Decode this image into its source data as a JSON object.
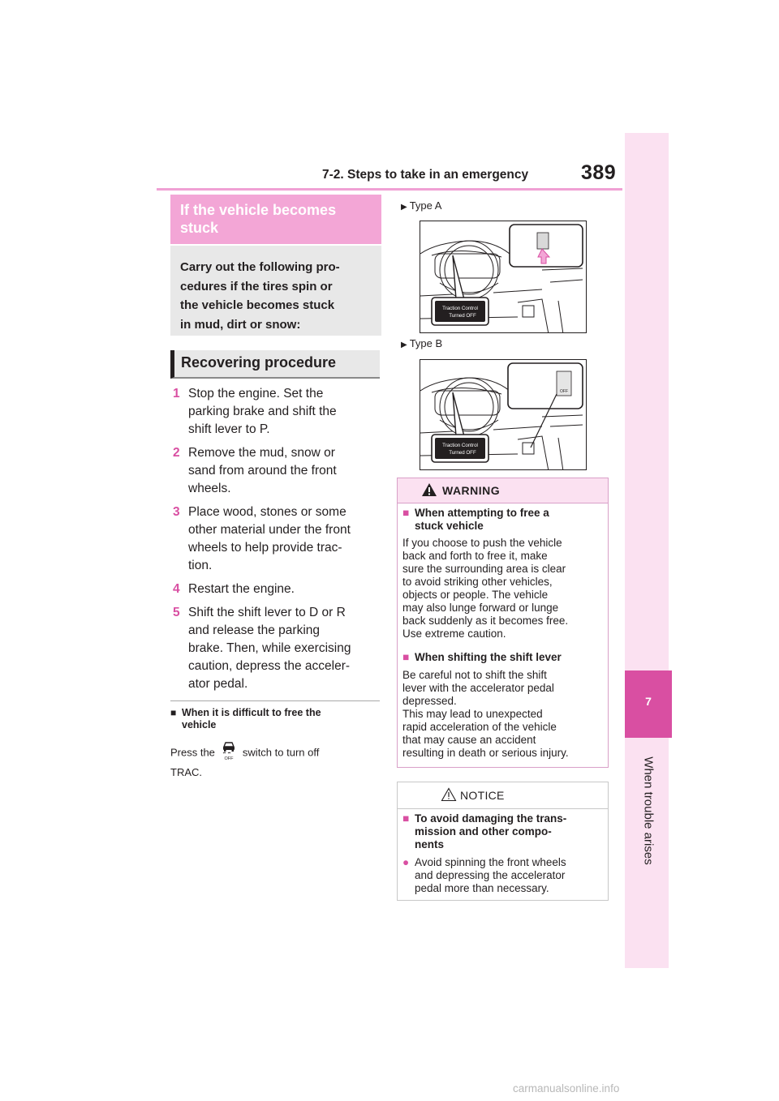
{
  "header": {
    "section": "7-2. Steps to take in an emergency",
    "page_number": "389"
  },
  "side_tab": {
    "chapter_number": "7",
    "chapter_title": "When trouble arises"
  },
  "left": {
    "title_line1": "If the vehicle becomes",
    "title_line2": "stuck",
    "intro_lines": [
      "Carry out the following pro-",
      "cedures if the tires spin or",
      "the vehicle becomes stuck",
      "in mud, dirt or snow:"
    ],
    "subheading": "Recovering procedure",
    "steps": [
      {
        "num": "1",
        "lines": [
          "Stop the engine. Set the",
          "parking brake and shift the",
          "shift lever to P."
        ]
      },
      {
        "num": "2",
        "lines": [
          "Remove the mud, snow or",
          "sand from around the front",
          "wheels."
        ]
      },
      {
        "num": "3",
        "lines": [
          "Place wood, stones or some",
          "other material under the front",
          "wheels to help provide trac-",
          "tion."
        ]
      },
      {
        "num": "4",
        "lines": [
          "Restart the engine."
        ]
      },
      {
        "num": "5",
        "lines": [
          "Shift the shift lever to D or R",
          "and release the parking",
          "brake. Then, while exercising",
          "caution, depress the acceler-",
          "ator pedal."
        ]
      }
    ],
    "note_title_lines": [
      "When it is difficult to free the",
      "vehicle"
    ],
    "note_body_before": "Press the",
    "note_body_after": "switch to turn off",
    "note_body_line2": "TRAC.",
    "trac_icon": "traction-control-off-icon"
  },
  "right": {
    "type_a_label": "Type A",
    "type_b_label": "Type B",
    "illustration_text_line1": "Traction Control",
    "illustration_text_line2": "Turned OFF",
    "illustration_switch_label": "OFF",
    "warning": {
      "label": "WARNING",
      "item1_title_lines": [
        "When attempting to free a",
        "stuck vehicle"
      ],
      "item1_body_lines": [
        "If you choose to push the vehicle",
        "back and forth to free it, make",
        "sure the surrounding area is clear",
        "to avoid striking other vehicles,",
        "objects or people. The vehicle",
        "may also lunge forward or lunge",
        "back suddenly as it becomes free.",
        "Use extreme caution."
      ],
      "item2_title": "When shifting the shift lever",
      "item2_body_lines": [
        "Be careful not to shift the shift",
        "lever with the accelerator pedal",
        "depressed.",
        "This may lead to unexpected",
        "rapid acceleration of the vehicle",
        "that may cause an accident",
        "resulting in death or serious injury."
      ]
    },
    "notice": {
      "label": "NOTICE",
      "item_title_lines": [
        "To avoid damaging the trans-",
        "mission and other compo-",
        "nents"
      ],
      "item_body_lines": [
        "Avoid spinning the front wheels",
        "and depressing the accelerator",
        "pedal more than necessary."
      ]
    }
  },
  "watermark": "carmanualsonline.info",
  "colors": {
    "accent_pink": "#d94fa2",
    "title_box": "#f3a6d6",
    "side_bar": "#fbe1f1",
    "header_line": "#f0a0d4",
    "gray_box": "#e8e8e8"
  }
}
